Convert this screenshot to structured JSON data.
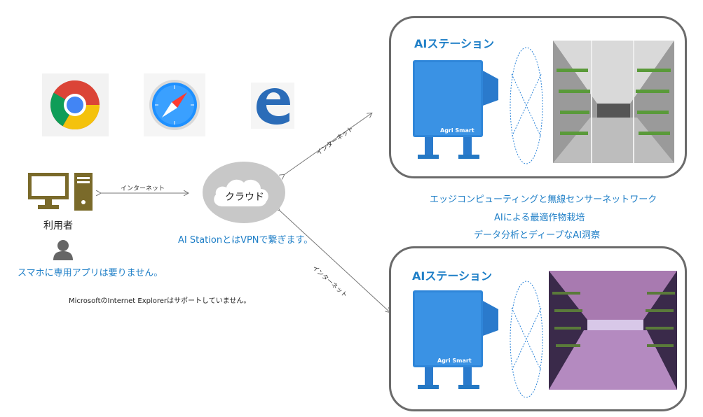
{
  "browsers": [
    {
      "name": "chrome-icon"
    },
    {
      "name": "safari-icon"
    },
    {
      "name": "edge-icon"
    }
  ],
  "user": {
    "label": "利用者",
    "no_app_text": "スマホに専用アプリは要りません。",
    "ie_note": "MicrosoftのInternet Explorerはサポートしていません。"
  },
  "cloud": {
    "label": "クラウド",
    "vpn_text": "AI StationとはVPNで繋ぎます。"
  },
  "links": {
    "user_cloud": "インターネット",
    "cloud_station1": "インターネット",
    "cloud_station2": "インターネット"
  },
  "stations": [
    {
      "title": "AIステーション",
      "device_label": "Agri Smart"
    },
    {
      "title": "AIステーション",
      "device_label": "Agri Smart"
    }
  ],
  "features": [
    "エッジコンピューティングと無線センサーネットワーク",
    "AIによる最適作物栽培",
    "データ分析とディープなAI洞察"
  ],
  "colors": {
    "accent": "#1f7fc7",
    "device_blue": "#2f86d9",
    "computer_olive": "#7a6a2a",
    "box_border": "#6b6b6b"
  }
}
